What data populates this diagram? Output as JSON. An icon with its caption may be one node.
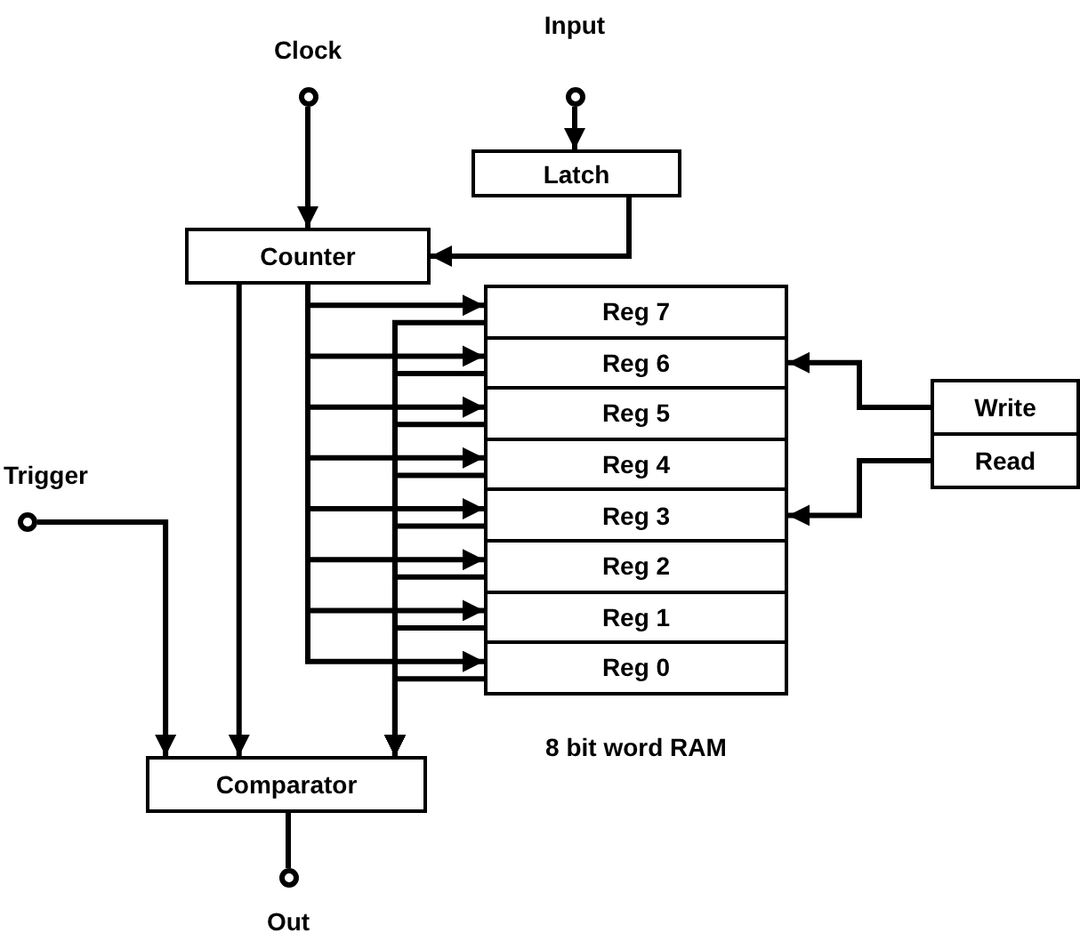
{
  "diagram": {
    "nodes": [
      {
        "text": [
          "Clock"
        ]
      },
      {
        "text": [
          "Input"
        ]
      },
      {
        "text": [
          "Latch"
        ]
      },
      {
        "text": [
          "Counter"
        ]
      },
      {
        "text": [
          "8 bit word RAM"
        ]
      },
      {
        "text": [
          "Reg 7"
        ],
        "in": 4
      },
      {
        "text": [
          "Reg 6"
        ],
        "in": 4
      },
      {
        "text": [
          "Reg 5"
        ],
        "in": 4
      },
      {
        "text": [
          "Reg 4"
        ],
        "in": 4
      },
      {
        "text": [
          "Reg 3"
        ],
        "in": 4
      },
      {
        "text": [
          "Reg 2"
        ],
        "in": 4
      },
      {
        "text": [
          "Reg 1"
        ],
        "in": 4
      },
      {
        "text": [
          "Reg 0"
        ],
        "in": 4
      },
      {
        "text": [
          "Write"
        ]
      },
      {
        "text": [
          "Read"
        ]
      },
      {
        "text": [
          "Trigger"
        ]
      },
      {
        "text": [
          "Comparator"
        ]
      },
      {
        "text": [
          "Out"
        ]
      }
    ],
    "edges": [
      {
        "from": 0,
        "to": 3,
        "arrow": "to"
      },
      {
        "from": 1,
        "to": 2,
        "arrow": "to"
      },
      {
        "from": 2,
        "to": 3,
        "arrow": "to"
      },
      {
        "from": 3,
        "to": 5,
        "arrow": "to"
      },
      {
        "from": 3,
        "to": 6,
        "arrow": "to"
      },
      {
        "from": 3,
        "to": 7,
        "arrow": "to"
      },
      {
        "from": 3,
        "to": 8,
        "arrow": "to"
      },
      {
        "from": 3,
        "to": 9,
        "arrow": "to"
      },
      {
        "from": 3,
        "to": 10,
        "arrow": "to"
      },
      {
        "from": 3,
        "to": 11,
        "arrow": "to"
      },
      {
        "from": 3,
        "to": 12,
        "arrow": "to"
      },
      {
        "from": 5,
        "to": 16,
        "arrow": "to"
      },
      {
        "from": 6,
        "to": 16,
        "arrow": "to"
      },
      {
        "from": 7,
        "to": 16,
        "arrow": "to"
      },
      {
        "from": 8,
        "to": 16,
        "arrow": "to"
      },
      {
        "from": 9,
        "to": 16,
        "arrow": "to"
      },
      {
        "from": 10,
        "to": 16,
        "arrow": "to"
      },
      {
        "from": 11,
        "to": 16,
        "arrow": "to"
      },
      {
        "from": 12,
        "to": 16,
        "arrow": "to"
      },
      {
        "from": 3,
        "to": 16,
        "arrow": "to"
      },
      {
        "from": 13,
        "to": 6,
        "arrow": "to"
      },
      {
        "from": 14,
        "to": 9,
        "arrow": "to"
      },
      {
        "from": 15,
        "to": 16,
        "arrow": "to"
      },
      {
        "from": 16,
        "to": 17,
        "arrow": "none"
      }
    ]
  }
}
